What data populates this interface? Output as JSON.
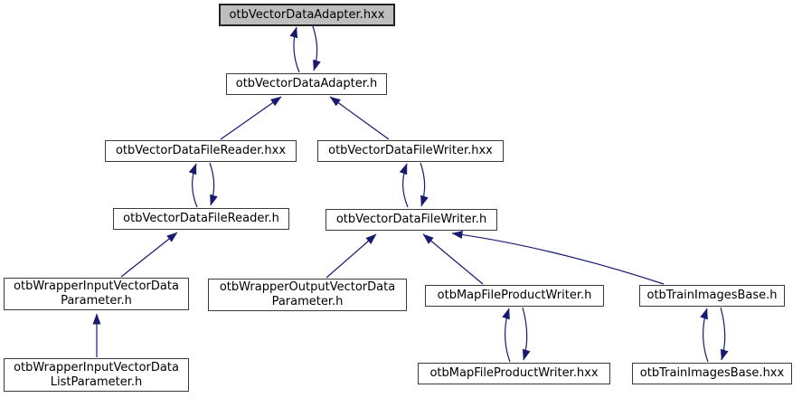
{
  "diagram": {
    "title": "include dependency graph",
    "arrow_color": "#191970",
    "highlight_fill": "#bebebe",
    "nodes": [
      {
        "id": "adapter-hxx",
        "label": "otbVectorDataAdapter.hxx",
        "highlighted": true
      },
      {
        "id": "adapter-h",
        "label": "otbVectorDataAdapter.h",
        "highlighted": false
      },
      {
        "id": "reader-hxx",
        "label": "otbVectorDataFileReader.hxx",
        "highlighted": false
      },
      {
        "id": "writer-hxx",
        "label": "otbVectorDataFileWriter.hxx",
        "highlighted": false
      },
      {
        "id": "reader-h",
        "label": "otbVectorDataFileReader.h",
        "highlighted": false
      },
      {
        "id": "writer-h",
        "label": "otbVectorDataFileWriter.h",
        "highlighted": false
      },
      {
        "id": "input-param-h",
        "label": "otbWrapperInputVectorData\nParameter.h",
        "highlighted": false
      },
      {
        "id": "output-param-h",
        "label": "otbWrapperOutputVectorData\nParameter.h",
        "highlighted": false
      },
      {
        "id": "mapfile-h",
        "label": "otbMapFileProductWriter.h",
        "highlighted": false
      },
      {
        "id": "trainimages-h",
        "label": "otbTrainImagesBase.h",
        "highlighted": false
      },
      {
        "id": "input-list-h",
        "label": "otbWrapperInputVectorData\nListParameter.h",
        "highlighted": false
      },
      {
        "id": "mapfile-hxx",
        "label": "otbMapFileProductWriter.hxx",
        "highlighted": false
      },
      {
        "id": "trainimages-hxx",
        "label": "otbTrainImagesBase.hxx",
        "highlighted": false
      }
    ],
    "edges": [
      {
        "from": "adapter-h",
        "to": "adapter-hxx",
        "mutual": true
      },
      {
        "from": "adapter-hxx",
        "to": "adapter-h",
        "mutual": true
      },
      {
        "from": "reader-hxx",
        "to": "adapter-h",
        "mutual": false
      },
      {
        "from": "writer-hxx",
        "to": "adapter-h",
        "mutual": false
      },
      {
        "from": "reader-h",
        "to": "reader-hxx",
        "mutual": true
      },
      {
        "from": "reader-hxx",
        "to": "reader-h",
        "mutual": true
      },
      {
        "from": "writer-h",
        "to": "writer-hxx",
        "mutual": true
      },
      {
        "from": "writer-hxx",
        "to": "writer-h",
        "mutual": true
      },
      {
        "from": "input-param-h",
        "to": "reader-h",
        "mutual": false
      },
      {
        "from": "output-param-h",
        "to": "writer-h",
        "mutual": false
      },
      {
        "from": "mapfile-h",
        "to": "writer-h",
        "mutual": false
      },
      {
        "from": "trainimages-h",
        "to": "writer-h",
        "mutual": false
      },
      {
        "from": "input-list-h",
        "to": "input-param-h",
        "mutual": false
      },
      {
        "from": "mapfile-hxx",
        "to": "mapfile-h",
        "mutual": true
      },
      {
        "from": "mapfile-h",
        "to": "mapfile-hxx",
        "mutual": true
      },
      {
        "from": "trainimages-hxx",
        "to": "trainimages-h",
        "mutual": true
      },
      {
        "from": "trainimages-h",
        "to": "trainimages-hxx",
        "mutual": true
      }
    ]
  }
}
